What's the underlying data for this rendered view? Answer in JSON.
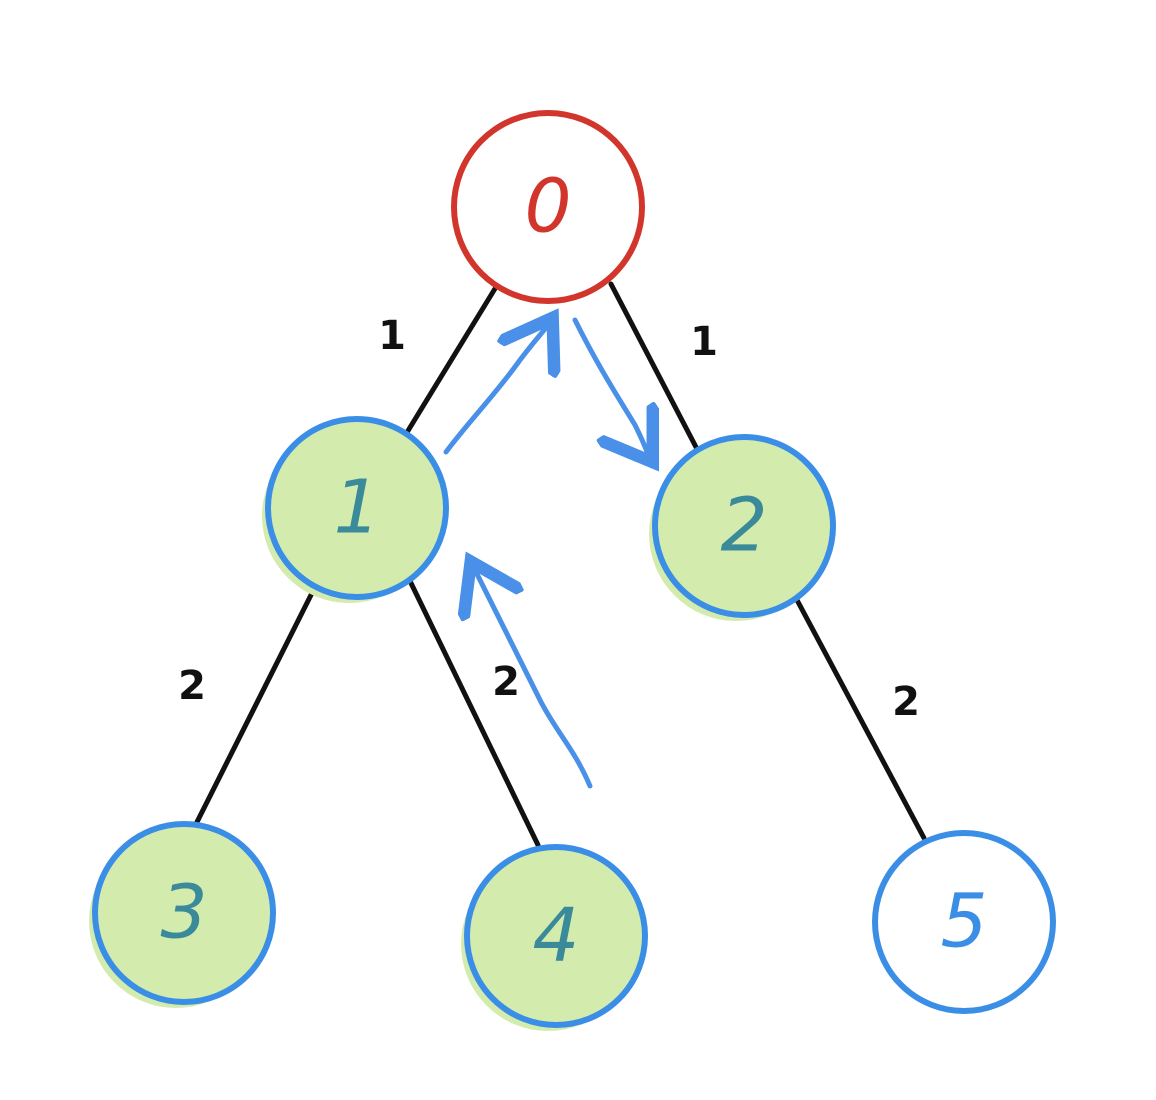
{
  "colors": {
    "root_stroke": "#d1352b",
    "node_stroke": "#3b8ee6",
    "visited_fill": "#d3ecae",
    "visited_text": "#3a8a99",
    "plain_text": "#3b8ee6",
    "root_text": "#d1352b",
    "edge": "#111111",
    "arrow": "#4a90e8"
  },
  "nodes": [
    {
      "id": "0",
      "label": "0",
      "state": "root"
    },
    {
      "id": "1",
      "label": "1",
      "state": "visited"
    },
    {
      "id": "2",
      "label": "2",
      "state": "visited"
    },
    {
      "id": "3",
      "label": "3",
      "state": "visited"
    },
    {
      "id": "4",
      "label": "4",
      "state": "visited"
    },
    {
      "id": "5",
      "label": "5",
      "state": "unvisited"
    }
  ],
  "edges": [
    {
      "from": "0",
      "to": "1",
      "label": "1"
    },
    {
      "from": "0",
      "to": "2",
      "label": "1"
    },
    {
      "from": "1",
      "to": "3",
      "label": "2"
    },
    {
      "from": "1",
      "to": "4",
      "label": "2"
    },
    {
      "from": "2",
      "to": "5",
      "label": "2"
    }
  ],
  "traversal_arrows": [
    {
      "from": "1",
      "to": "0"
    },
    {
      "from": "0",
      "to": "2"
    },
    {
      "from": "4",
      "to": "1"
    }
  ]
}
